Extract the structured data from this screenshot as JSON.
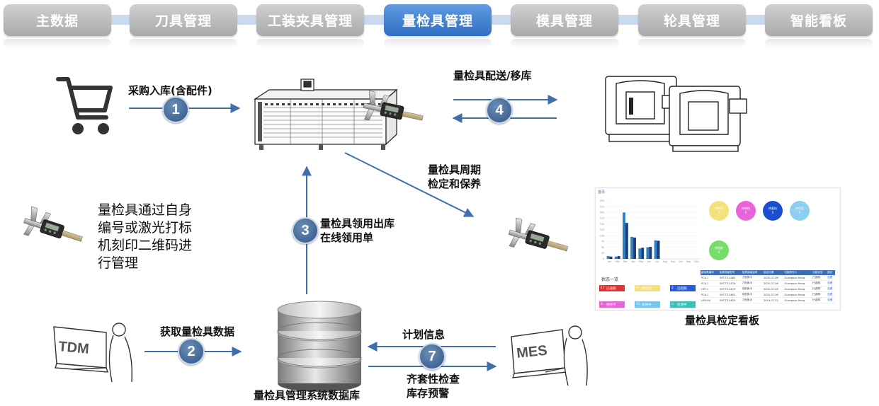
{
  "tabs": [
    {
      "label": "主数据",
      "active": false
    },
    {
      "label": "刀具管理",
      "active": false
    },
    {
      "label": "工装夹具管理",
      "active": false
    },
    {
      "label": "量检具管理",
      "active": true
    },
    {
      "label": "模具管理",
      "active": false
    },
    {
      "label": "轮具管理",
      "active": false
    },
    {
      "label": "智能看板",
      "active": false
    }
  ],
  "steps": {
    "s1": {
      "num": "1",
      "label": "采购入库(含配件)"
    },
    "s2": {
      "num": "2",
      "label": "获取量检具数据"
    },
    "s3": {
      "num": "3",
      "label_line1": "量检具领用出库",
      "label_line2": "在线领用单"
    },
    "s4": {
      "num": "4",
      "label": "量检具配送/移库"
    },
    "s7": {
      "num": "7",
      "label_top": "计划信息",
      "label_bottom_line1": "齐套性检查",
      "label_bottom_line2": "库存预警"
    }
  },
  "periodic": {
    "line1": "量检具周期",
    "line2": "检定和保养"
  },
  "note": {
    "line1": "量检具通过自身",
    "line2": "编号或激光打标",
    "line3": "机刻印二维码进",
    "line4": "行管理"
  },
  "database_label": "量检具管理系统数据库",
  "tdm_label": "TDM",
  "mes_label": "MES",
  "dashboard": {
    "caption": "量检具检定看板",
    "tab": "首页",
    "bubbles": [
      {
        "title": "待检验",
        "value": "0",
        "color": "#f2e27a"
      },
      {
        "title": "待审核",
        "value": "0",
        "color": "#e864d8"
      },
      {
        "title": "待复核",
        "value": "0",
        "color": "#1a4fd0"
      },
      {
        "title": "待归还",
        "value": "0",
        "color": "#8ccff2"
      },
      {
        "title": "待报废",
        "value": "0",
        "color": "#77dc6a"
      }
    ],
    "chart_data": {
      "type": "bar",
      "categories": [
        "Jan",
        "Feb",
        "Mar",
        "Apr",
        "May",
        "Jun",
        "Jul",
        "Aug",
        "Sep",
        "Oct",
        "Nov",
        "Dec"
      ],
      "series": [
        {
          "values": [
            12,
            10,
            200,
            95,
            45,
            50,
            80,
            0,
            0,
            0,
            0,
            0
          ],
          "color": "#2d7fc4"
        },
        {
          "values": [
            10,
            12,
            155,
            92,
            48,
            52,
            78,
            0,
            0,
            0,
            0,
            0
          ],
          "color": "#1a3f7a"
        }
      ],
      "yticks": [
        "0",
        "25",
        "50",
        "75",
        "100",
        "125",
        "150",
        "175",
        "200",
        "225",
        "250"
      ],
      "ylim": [
        0,
        250
      ]
    },
    "status_title": "状态一览",
    "chips": [
      {
        "n": "17",
        "label": "已逾期",
        "color": "#e4302f"
      },
      {
        "n": "0",
        "label": "待检验",
        "color": "#f2e27a"
      },
      {
        "n": "2",
        "label": "已超期",
        "color": "#2a5cd6"
      },
      {
        "n": "0",
        "label": "待校中",
        "color": "#e864d8"
      },
      {
        "n": "11",
        "label": "有效中",
        "color": "#74c6ee"
      },
      {
        "n": "0",
        "label": "检测中",
        "color": "#3ac0b8"
      }
    ],
    "table": {
      "headers": [
        "量检具编号",
        "检具规格型号",
        "检具规格名称",
        "检定日期",
        "归属责任人",
        "当前状态",
        "操作"
      ],
      "rows": [
        [
          "PCA-1",
          "SHT-TS-0485",
          "力矩扳手",
          "2020-07-06",
          "Guangsuo Hong",
          "已逾期",
          "查看"
        ],
        [
          "PCA-1",
          "SHT-TS-0576",
          "力矩扳手",
          "2020-07-06",
          "Guangsuo Hong",
          "已逾期",
          "查看"
        ],
        [
          "HPT-1",
          "SHT-TS-0619",
          "切削扳手",
          "2020-07-06",
          "Guangsuo Hong",
          "已逾期",
          "查看"
        ],
        [
          "PCA-1",
          "SHT-TS-0602",
          "切削扳手",
          "2020-07-06",
          "Guangsuo Hong",
          "已逾期",
          "查看"
        ],
        [
          "LBR-A6",
          "SHT-TS-0620",
          "力矩扳手",
          "2019-07-22",
          "Guangsuo Hong",
          "已逾期",
          "查看"
        ]
      ]
    }
  }
}
